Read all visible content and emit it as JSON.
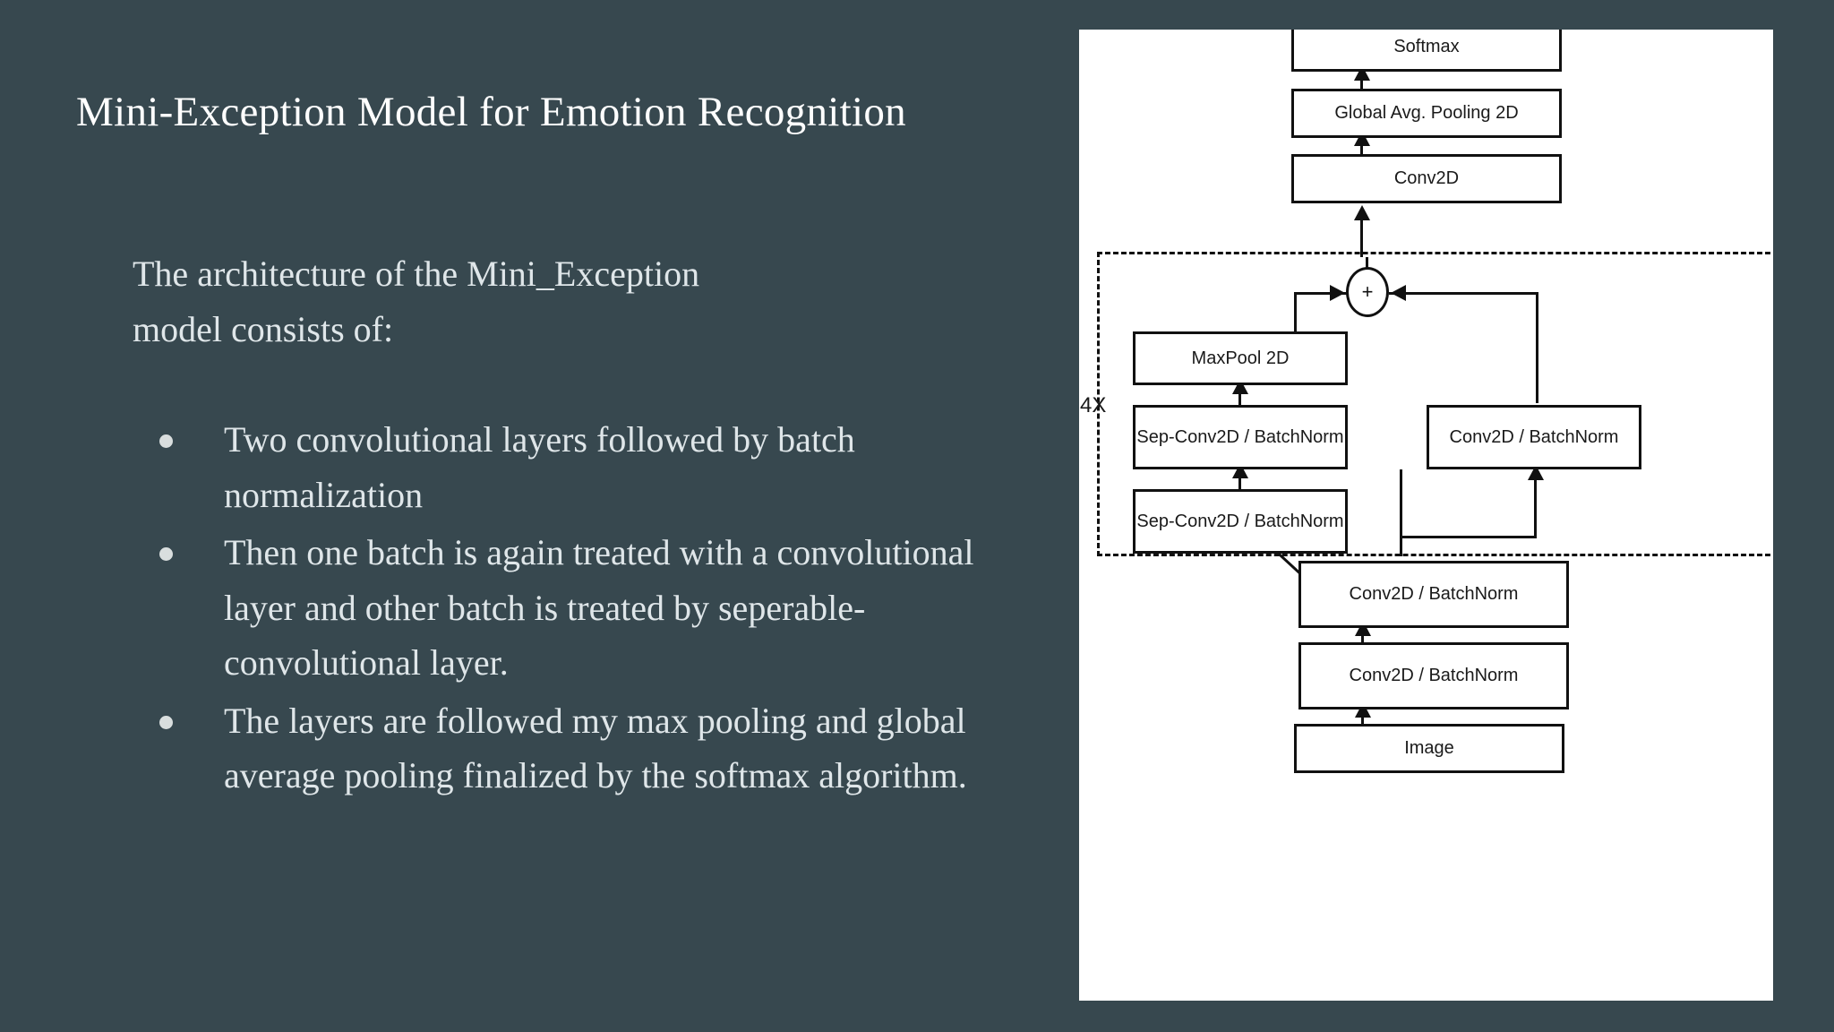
{
  "slide": {
    "background_color": "#37484f",
    "title": "Mini-Exception Model for Emotion Recognition",
    "intro": {
      "line1": "The architecture of the Mini_Exception",
      "line2": "model consists of:"
    },
    "bullets": [
      "Two convolutional layers followed by batch normalization",
      "Then one batch is again treated with a convolutional layer and other batch is treated by seperable-convolutional layer.",
      "The layers are followed my max pooling and global average pooling finalized by the softmax algorithm."
    ]
  },
  "diagram": {
    "panel_background": "#ffffff",
    "line_color": "#111111",
    "repeat_label": "4X",
    "add_symbol": "+",
    "nodes": {
      "softmax": "Softmax",
      "global_avg_pool": "Global Avg. Pooling 2D",
      "conv2d_top": "Conv2D",
      "maxpool": "MaxPool 2D",
      "sep_conv_upper": "Sep-Conv2D / BatchNorm",
      "conv_bn_right": "Conv2D / BatchNorm",
      "sep_conv_lower": "Sep-Conv2D / BatchNorm",
      "conv_bn_mid": "Conv2D / BatchNorm",
      "conv_bn_bottom": "Conv2D / BatchNorm",
      "image": "Image"
    }
  }
}
